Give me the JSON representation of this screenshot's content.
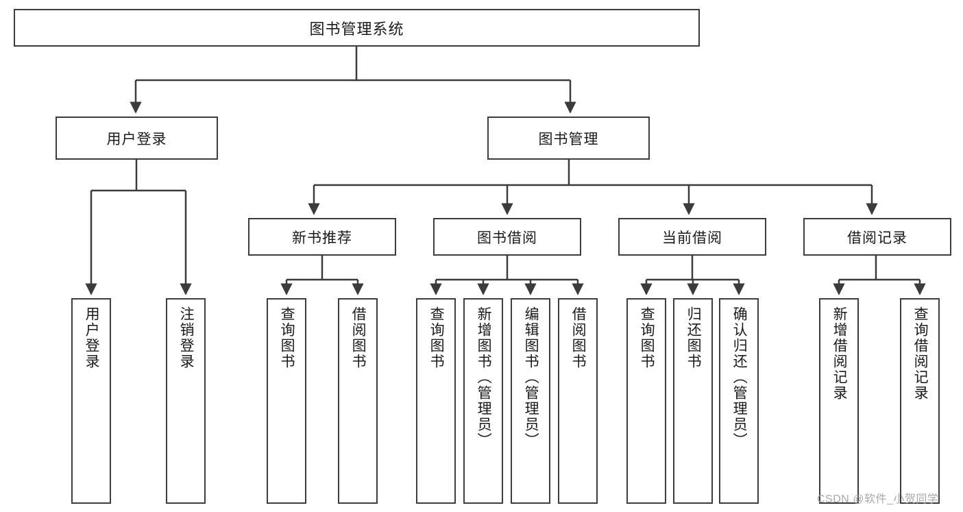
{
  "diagram": {
    "title": "图书管理系统",
    "type": "tree-hierarchy",
    "root": {
      "id": "root",
      "label": "图书管理系统"
    },
    "level1": [
      {
        "id": "user-login",
        "label": "用户登录"
      },
      {
        "id": "book-management",
        "label": "图书管理"
      }
    ],
    "level2": [
      {
        "id": "new-book-recommend",
        "label": "新书推荐",
        "parent": "book-management"
      },
      {
        "id": "book-borrow",
        "label": "图书借阅",
        "parent": "book-management"
      },
      {
        "id": "current-borrow",
        "label": "当前借阅",
        "parent": "book-management"
      },
      {
        "id": "borrow-record",
        "label": "借阅记录",
        "parent": "book-management"
      }
    ],
    "leaves": {
      "user_login": [
        {
          "id": "leaf-user-login",
          "label": "用户登录"
        },
        {
          "id": "leaf-user-logout",
          "label": "注销登录"
        }
      ],
      "new_book_recommend": [
        {
          "id": "leaf-query-book-1",
          "label": "查询图书"
        },
        {
          "id": "leaf-borrow-book-1",
          "label": "借阅图书"
        }
      ],
      "book_borrow": [
        {
          "id": "leaf-query-book-2",
          "label": "查询图书"
        },
        {
          "id": "leaf-add-book",
          "label": "新增图书（管理员）"
        },
        {
          "id": "leaf-edit-book",
          "label": "编辑图书（管理员）"
        },
        {
          "id": "leaf-borrow-book-2",
          "label": "借阅图书"
        }
      ],
      "current_borrow": [
        {
          "id": "leaf-query-book-3",
          "label": "查询图书"
        },
        {
          "id": "leaf-return-book",
          "label": "归还图书"
        },
        {
          "id": "leaf-confirm-return",
          "label": "确认归还（管理员）"
        }
      ],
      "borrow_record": [
        {
          "id": "leaf-add-record",
          "label": "新增借阅记录"
        },
        {
          "id": "leaf-query-record",
          "label": "查询借阅记录"
        }
      ]
    }
  },
  "watermark": {
    "text": "CSDN @软件_小贺同学"
  },
  "colors": {
    "stroke": "#3b3b3b",
    "box_fill": "#ffffff",
    "text": "#1a1a1a",
    "watermark": "#a8a8a8",
    "background": "#ffffff"
  }
}
